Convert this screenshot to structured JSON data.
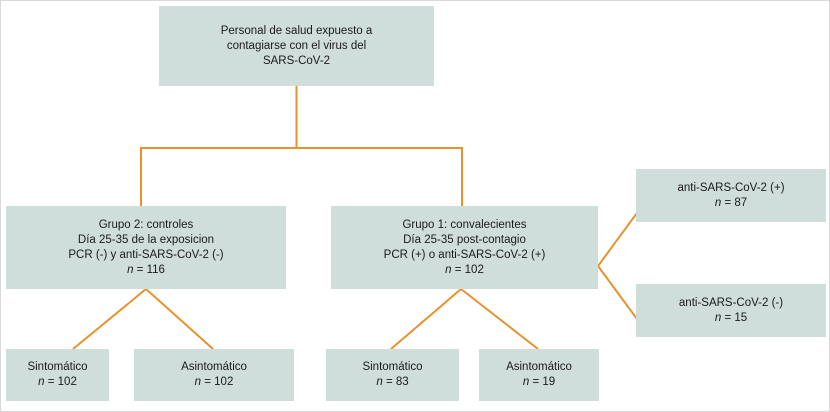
{
  "figure": {
    "kind": "flowchart",
    "colors": {
      "node_fill": "#cfdedb",
      "connector": "#e8912d",
      "text": "#1a1a1a",
      "canvas": "#ffffff"
    }
  },
  "nodes": {
    "root": {
      "id": "root",
      "lines": [
        "Personal de salud expuesto a",
        "contagiarse con el virus del",
        "SARS-CoV-2"
      ]
    },
    "group2": {
      "id": "group2",
      "lines": [
        "Grupo 2: controles",
        "Día 25-35 de la exposicion",
        "PCR (-) y anti-SARS-CoV-2 (-)"
      ],
      "n_label": "n",
      "n_value": "= 116"
    },
    "group1": {
      "id": "group1",
      "lines": [
        "Grupo 1: convalecientes",
        "Día 25-35 post-contagio",
        "PCR (+) o anti-SARS-CoV-2 (+)"
      ],
      "n_label": "n",
      "n_value": "= 102"
    },
    "antibody_positive": {
      "id": "antibody_positive",
      "lines": [
        "anti-SARS-CoV-2 (+)"
      ],
      "n_label": "n",
      "n_value": "= 87"
    },
    "antibody_negative": {
      "id": "antibody_negative",
      "lines": [
        "anti-SARS-CoV-2 (-)"
      ],
      "n_label": "n",
      "n_value": "= 15"
    },
    "group2_symptomatic": {
      "id": "group2_symptomatic",
      "lines": [
        "Sintomático"
      ],
      "n_label": "n",
      "n_value": "= 102"
    },
    "group2_asymptomatic": {
      "id": "group2_asymptomatic",
      "lines": [
        "Asintomático"
      ],
      "n_label": "n",
      "n_value": "= 102"
    },
    "group1_symptomatic": {
      "id": "group1_symptomatic",
      "lines": [
        "Sintomático"
      ],
      "n_label": "n",
      "n_value": "= 83"
    },
    "group1_asymptomatic": {
      "id": "group1_asymptomatic",
      "lines": [
        "Asintomático"
      ],
      "n_label": "n",
      "n_value": "= 19"
    }
  },
  "chart_data": {
    "type": "diagram",
    "title": "",
    "nodes": [
      {
        "key": "root",
        "text": "Personal de salud expuesto a contagiarse con el virus del SARS-CoV-2",
        "n": null
      },
      {
        "key": "group2",
        "text": "Grupo 2: controles / Día 25-35 de la exposicion / PCR (-) y anti-SARS-CoV-2 (-)",
        "n": 116
      },
      {
        "key": "group1",
        "text": "Grupo 1: convalecientes / Día 25-35 post-contagio / PCR (+) o anti-SARS-CoV-2 (+)",
        "n": 102
      },
      {
        "key": "antibody_positive",
        "text": "anti-SARS-CoV-2 (+)",
        "n": 87
      },
      {
        "key": "antibody_negative",
        "text": "anti-SARS-CoV-2 (-)",
        "n": 15
      },
      {
        "key": "group2_symptomatic",
        "text": "Sintomático",
        "n": 102
      },
      {
        "key": "group2_asymptomatic",
        "text": "Asintomático",
        "n": 102
      },
      {
        "key": "group1_symptomatic",
        "text": "Sintomático",
        "n": 83
      },
      {
        "key": "group1_asymptomatic",
        "text": "Asintomático",
        "n": 19
      }
    ],
    "edges": [
      {
        "from": "root",
        "to": "group2"
      },
      {
        "from": "root",
        "to": "group1"
      },
      {
        "from": "group1",
        "to": "antibody_positive"
      },
      {
        "from": "group1",
        "to": "antibody_negative"
      },
      {
        "from": "group2",
        "to": "group2_symptomatic"
      },
      {
        "from": "group2",
        "to": "group2_asymptomatic"
      },
      {
        "from": "group1",
        "to": "group1_symptomatic"
      },
      {
        "from": "group1",
        "to": "group1_asymptomatic"
      }
    ]
  }
}
